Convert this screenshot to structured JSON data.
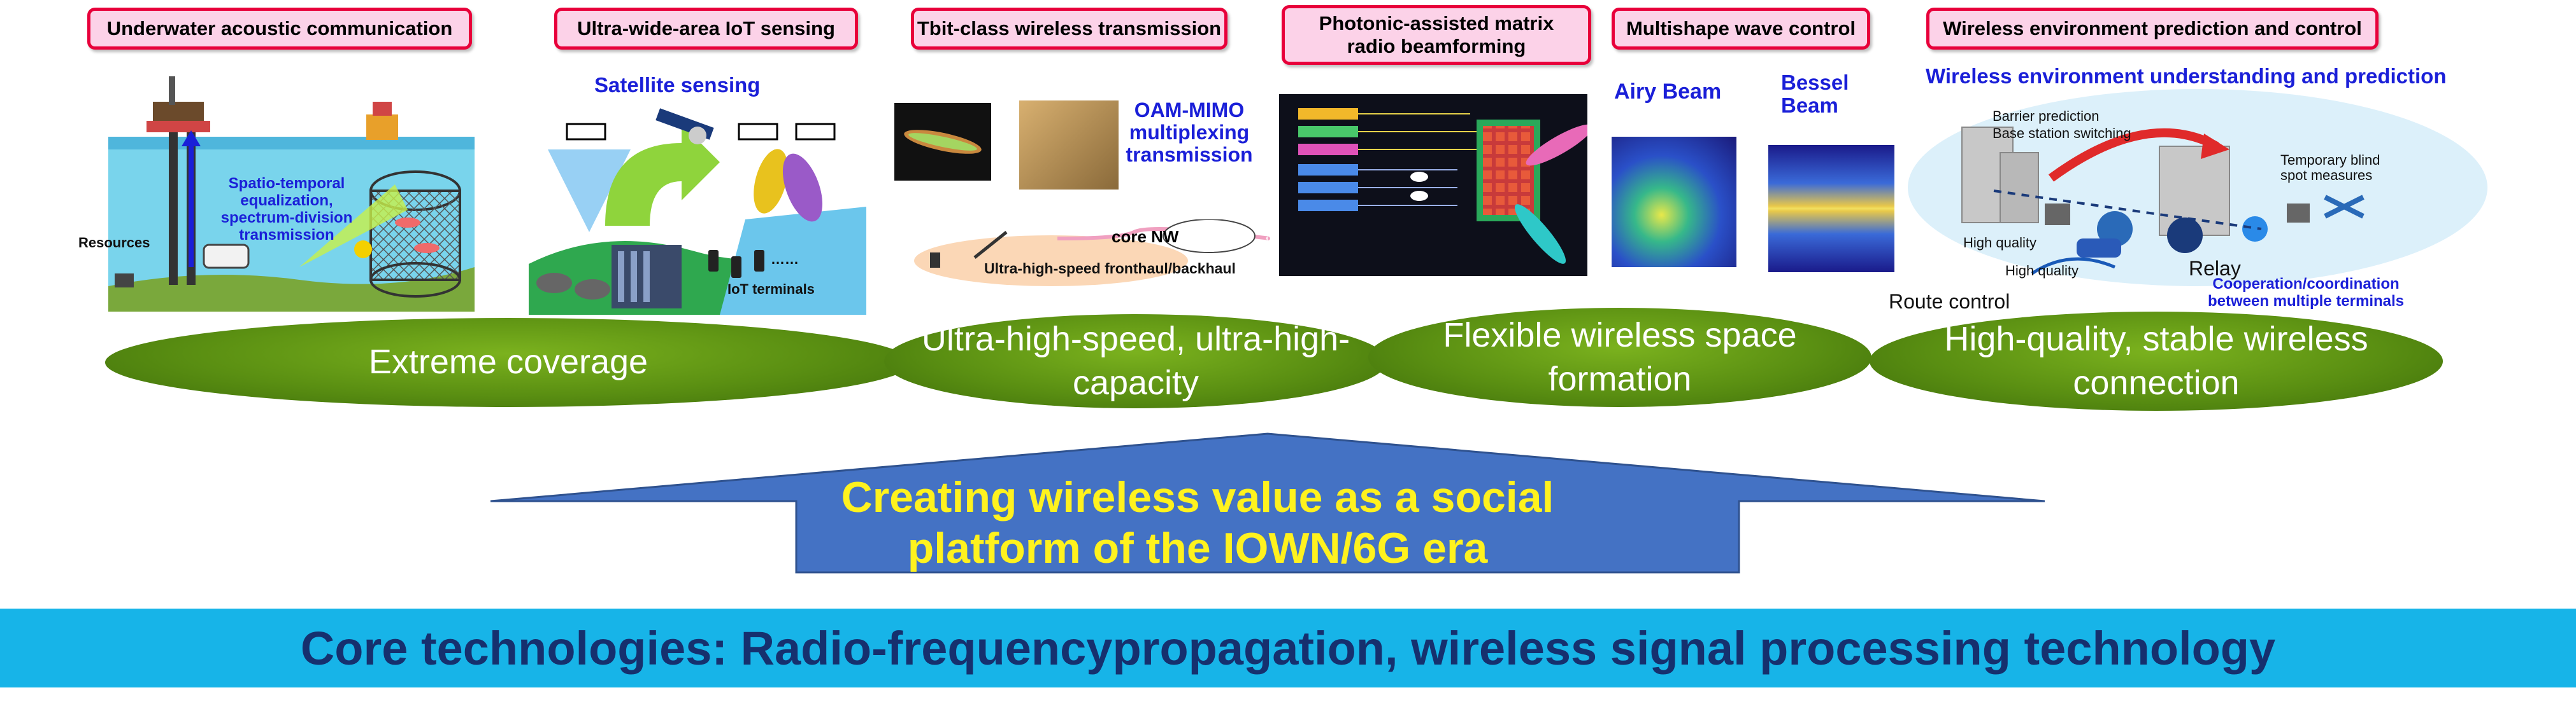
{
  "headers": [
    "Underwater acoustic communication",
    "Ultra-wide-area IoT sensing",
    "Tbit-class wireless transmission",
    "Photonic-assisted matrix radio beamforming",
    "Multishape wave control",
    "Wireless environment prediction and control"
  ],
  "underwater": {
    "resources": "Resources",
    "equalization": "Spatio-temporal equalization, spectrum-division transmission"
  },
  "iot": {
    "satellite_sensing": "Satellite sensing",
    "iot_terminals": "IoT terminals",
    "dots": "……"
  },
  "tbit": {
    "oam_mimo": "OAM-MIMO multiplexing transmission",
    "core_nw": "core NW",
    "fronthaul": "Ultra-high-speed fronthaul/backhaul"
  },
  "multishape": {
    "airy_beam": "Airy Beam",
    "bessel_beam": "Bessel Beam"
  },
  "wireless_env": {
    "title": "Wireless environment understanding and prediction",
    "barrier": "Barrier prediction",
    "bs_switching": "Base station switching",
    "temp_blind": "Temporary blind spot measures",
    "high_quality_1": "High quality",
    "high_quality_2": "High quality",
    "relay": "Relay",
    "route_control": "Route control",
    "coop": "Cooperation/coordination between multiple terminals"
  },
  "ellipses": [
    "Extreme coverage",
    "Ultra-high-speed, ultra-high-capacity",
    "Flexible wireless space formation",
    "High-quality, stable wireless connection"
  ],
  "arrow_text": "Creating wireless value as a social platform of the IOWN/6G era",
  "banner": "Core technologies: Radio-frequencypropagation, wireless signal processing technology",
  "colors": {
    "tag_fill": "#fcd2e8",
    "tag_border": "#e8003a",
    "ellipse_green": "#5a8f12",
    "arrow_blue": "#4472c4",
    "arrow_text": "#fff21e",
    "banner_bg": "#17b4e8",
    "banner_text": "#16306e",
    "label_blue": "#1a1fd8"
  }
}
